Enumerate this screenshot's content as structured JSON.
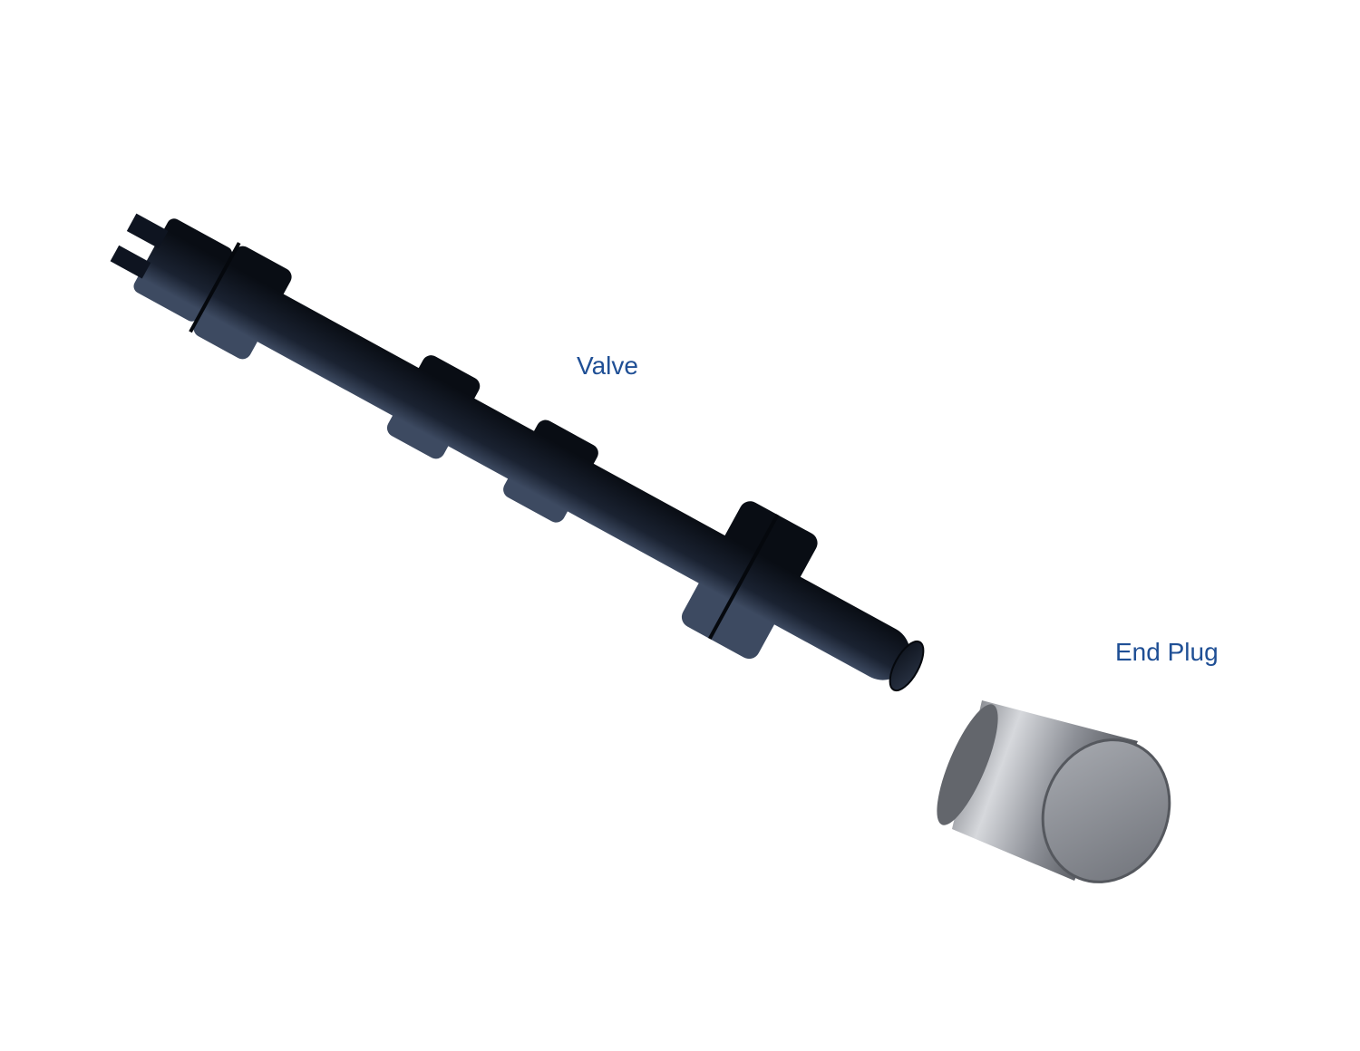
{
  "labels": {
    "valve": "Valve",
    "end_plug": "End Plug"
  },
  "parts": [
    {
      "id": "valve",
      "icon": "valve-spool-icon"
    },
    {
      "id": "end_plug",
      "icon": "end-plug-icon"
    }
  ],
  "colors": {
    "background": "#ffffff",
    "label": "#1f4f95",
    "valve_body": "#121a26",
    "valve_highlight": "#3d4a61",
    "plug_light": "#d6d8dc",
    "plug_dark": "#5c5f66"
  }
}
